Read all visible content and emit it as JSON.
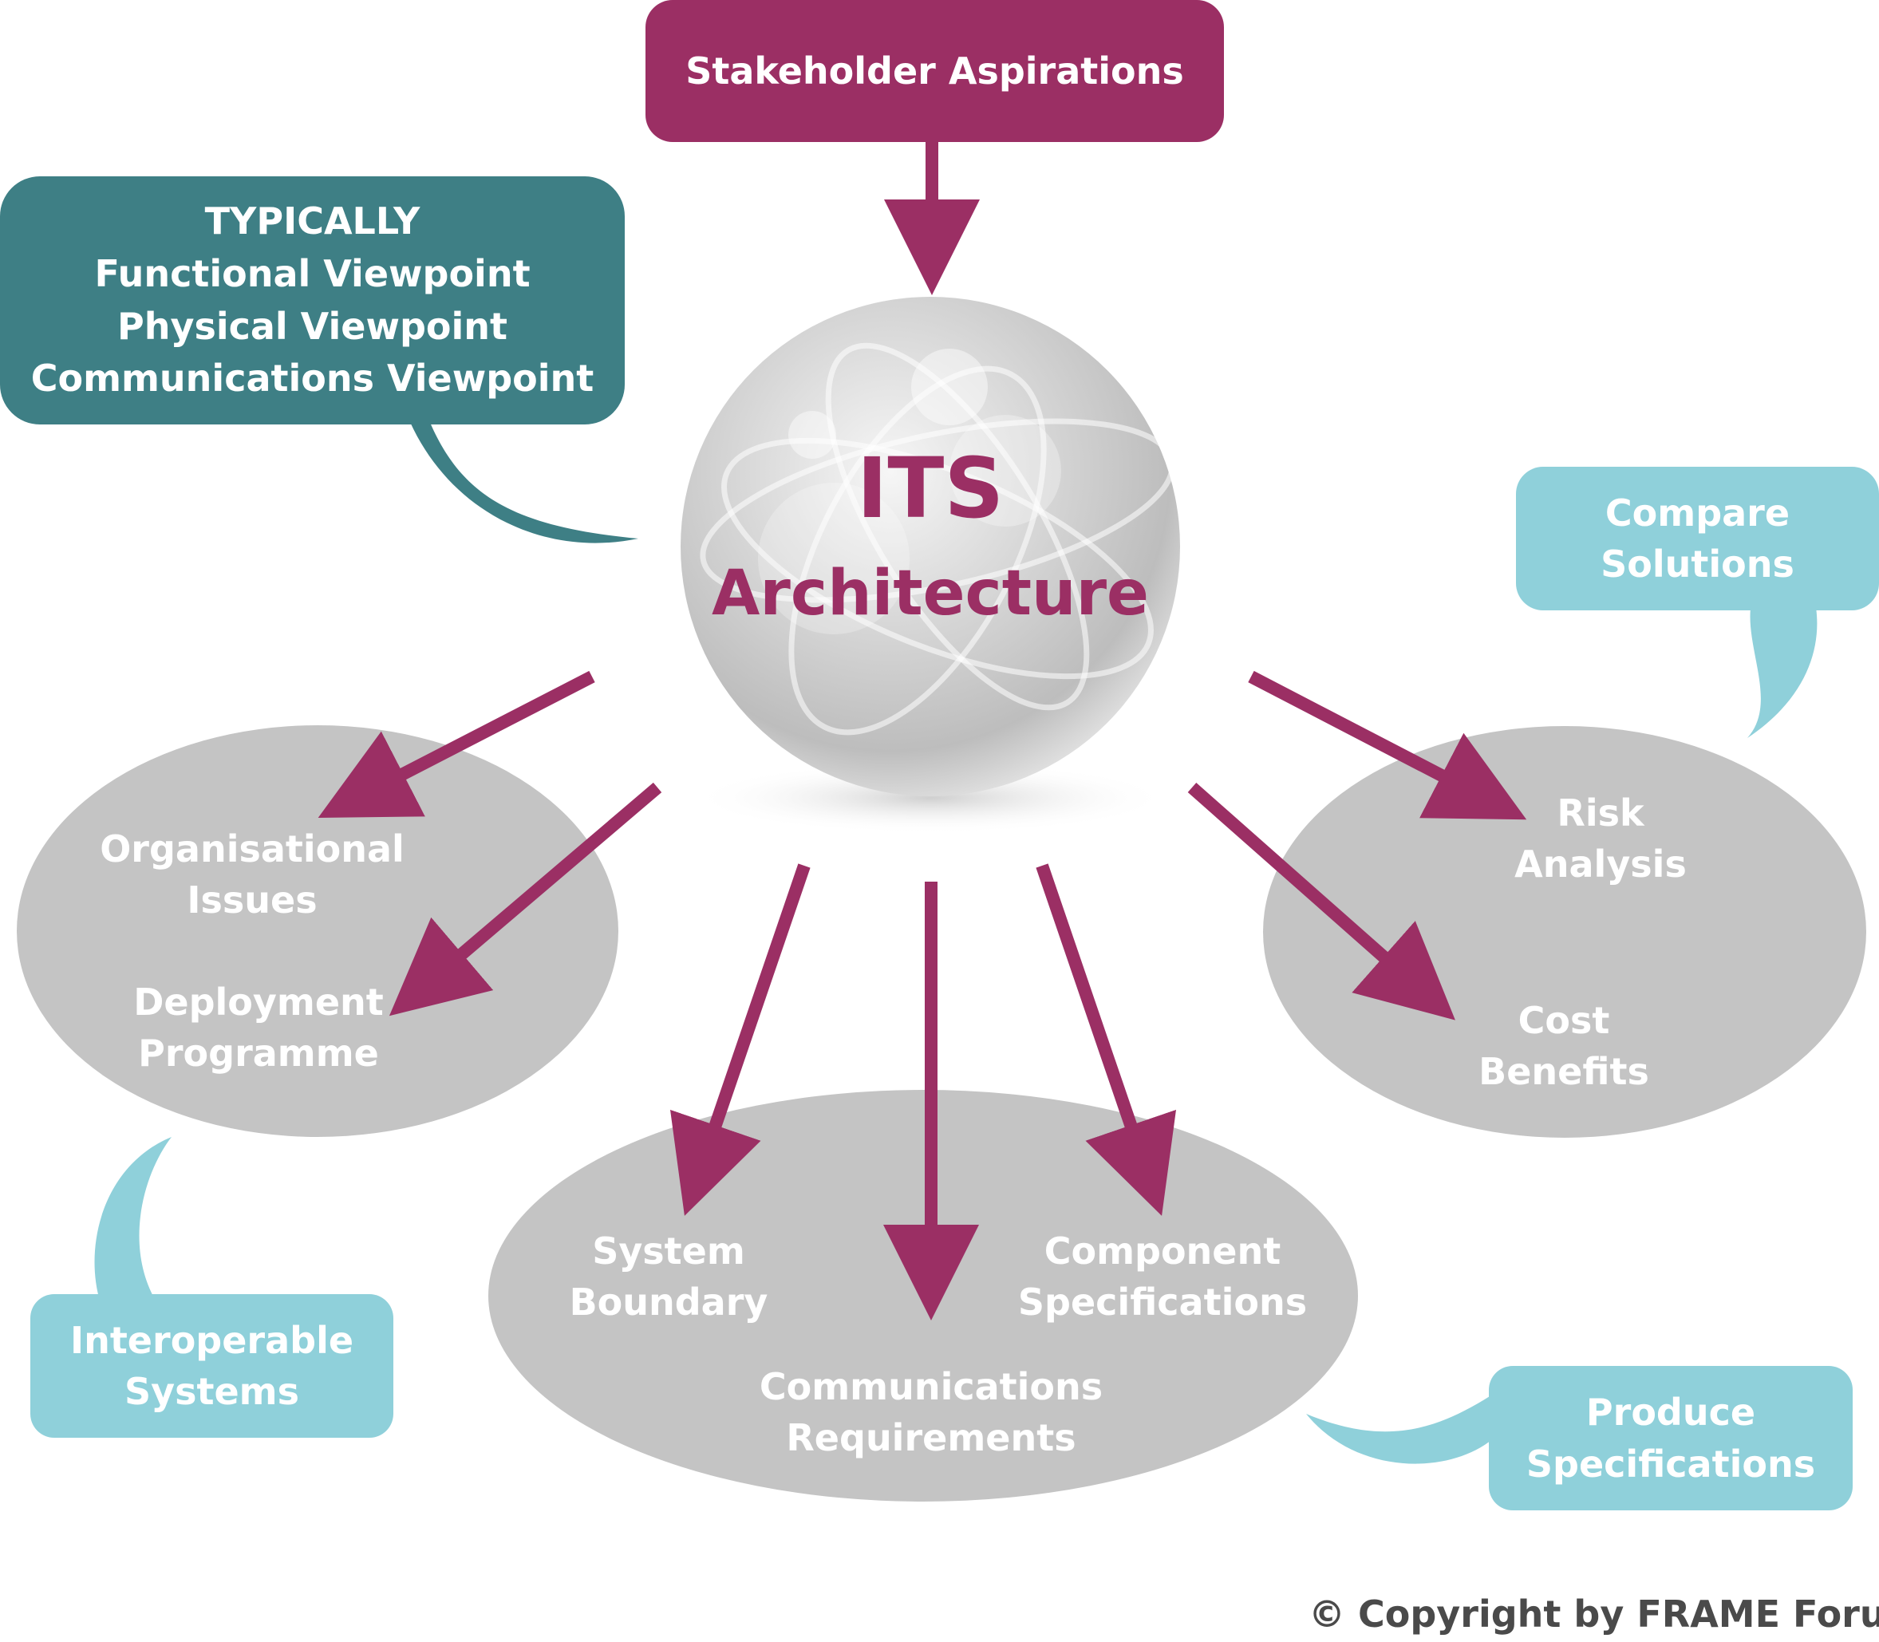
{
  "stakeholder": "Stakeholder Aspirations",
  "viewpoints": "TYPICALLY\nFunctional Viewpoint\nPhysical Viewpoint\nCommunications Viewpoint",
  "center": {
    "line1": "ITS",
    "line2": "Architecture"
  },
  "compare": "Compare\nSolutions",
  "interoperable": "Interoperable\nSystems",
  "produce": "Produce\nSpecifications",
  "left_oval": {
    "org": "Organisational\nIssues",
    "deploy": "Deployment\nProgramme"
  },
  "bottom_oval": {
    "system": "System\nBoundary",
    "component": "Component\nSpecifications",
    "comms": "Communications\nRequirements"
  },
  "right_oval": {
    "risk": "Risk\nAnalysis",
    "cost": "Cost\nBenefits"
  },
  "copyright": "© Copyright by FRAME Forum",
  "colors": {
    "magenta": "#9b2f64",
    "teal": "#3e7f85",
    "lightblue": "#8fd0da",
    "grey": "#c4c4c4"
  }
}
